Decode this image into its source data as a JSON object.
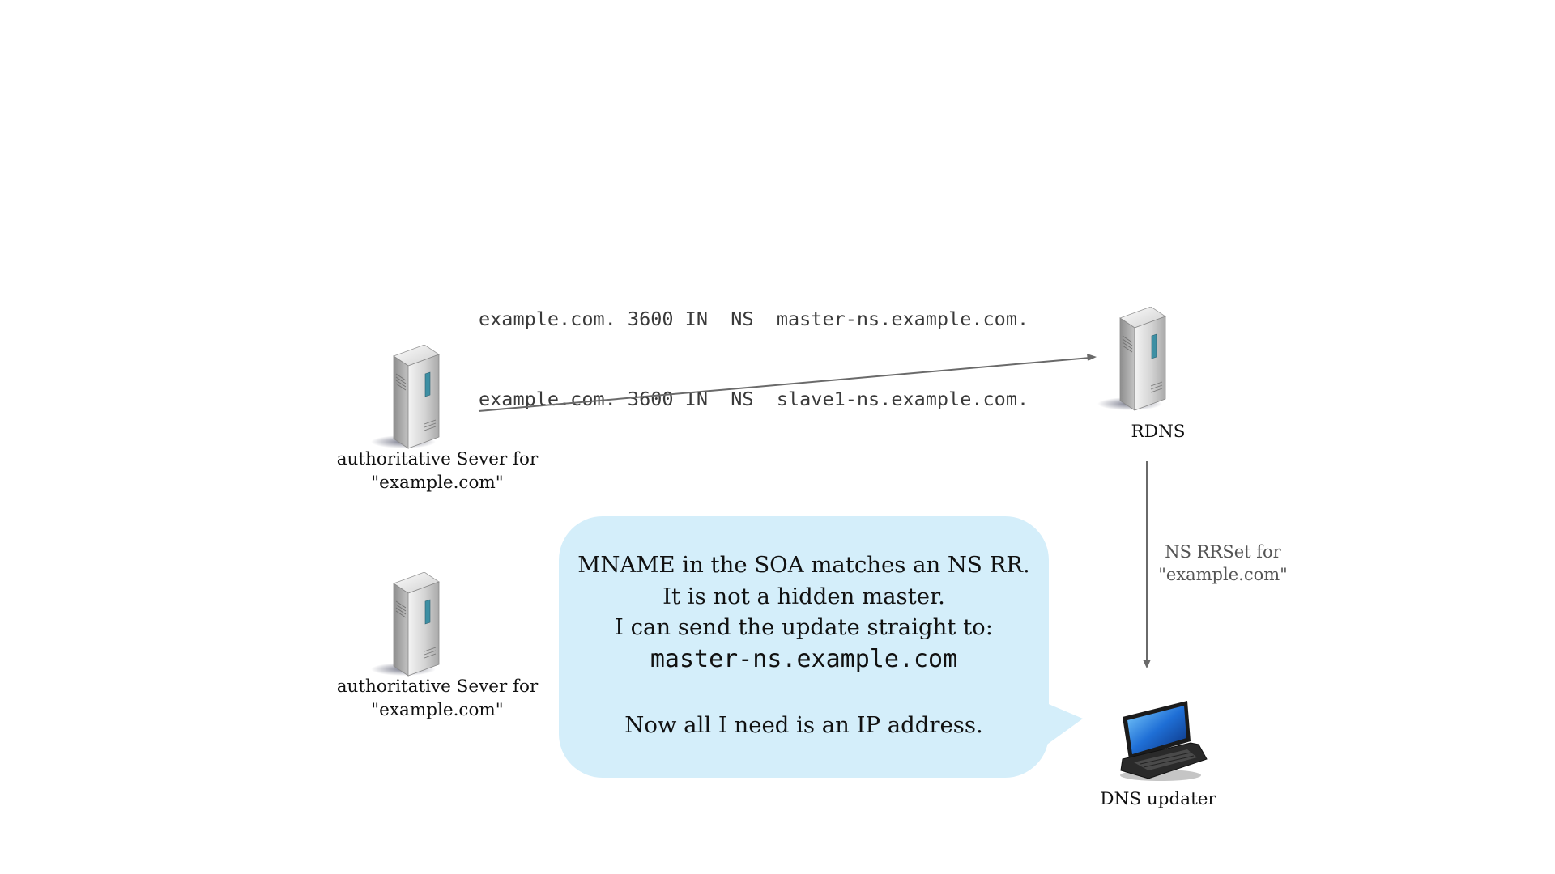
{
  "records": [
    "example.com. 3600 IN  NS  master-ns.example.com.",
    "example.com. 3600 IN  NS  slave1-ns.example.com."
  ],
  "nodes": {
    "auth_server_top": {
      "label_line1": "authoritative Sever for",
      "label_line2": "\"example.com\"",
      "icon": "server-tower-icon"
    },
    "auth_server_bottom": {
      "label_line1": "authoritative Sever for",
      "label_line2": "\"example.com\"",
      "icon": "server-tower-icon"
    },
    "rdns": {
      "label": "RDNS",
      "icon": "server-tower-icon"
    },
    "dns_updater": {
      "label": "DNS updater",
      "icon": "laptop-icon"
    }
  },
  "edges": {
    "rdns_to_updater": {
      "label_line1": "NS RRSet for",
      "label_line2": "\"example.com\""
    }
  },
  "bubble": {
    "line1": "MNAME in the SOA matches an NS RR.",
    "line2": "It is not a hidden master.",
    "line3": "I can send the update straight to:",
    "line4_mono": "master-ns.example.com",
    "line5": "Now all I need is an IP address."
  },
  "colors": {
    "bubble_fill": "#d4eefa",
    "arrow": "#6a6a6a",
    "laptop_screen": "#1f6fd6"
  }
}
